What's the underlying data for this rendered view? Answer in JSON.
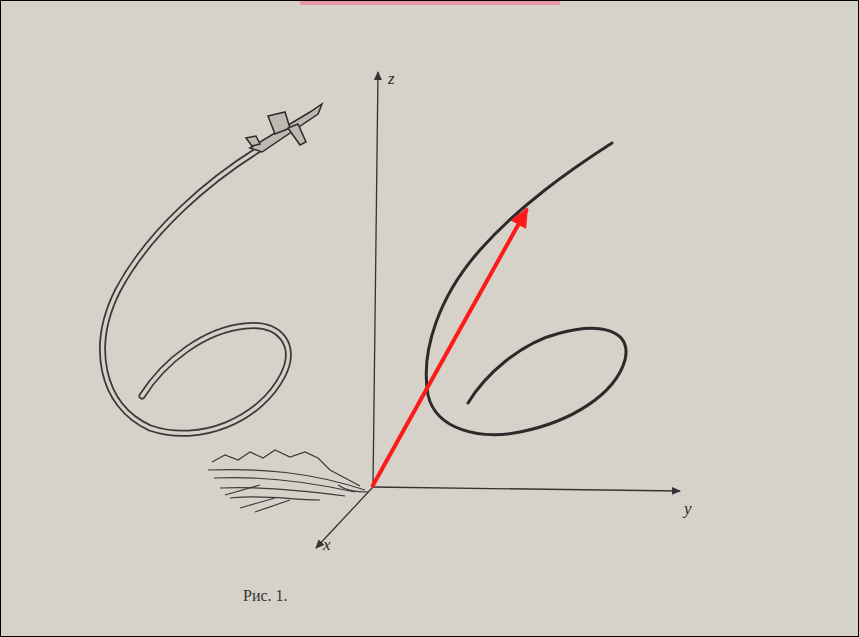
{
  "diagram": {
    "caption": "Рис. 1.",
    "labels": [
      "z",
      "y",
      "x"
    ]
  }
}
